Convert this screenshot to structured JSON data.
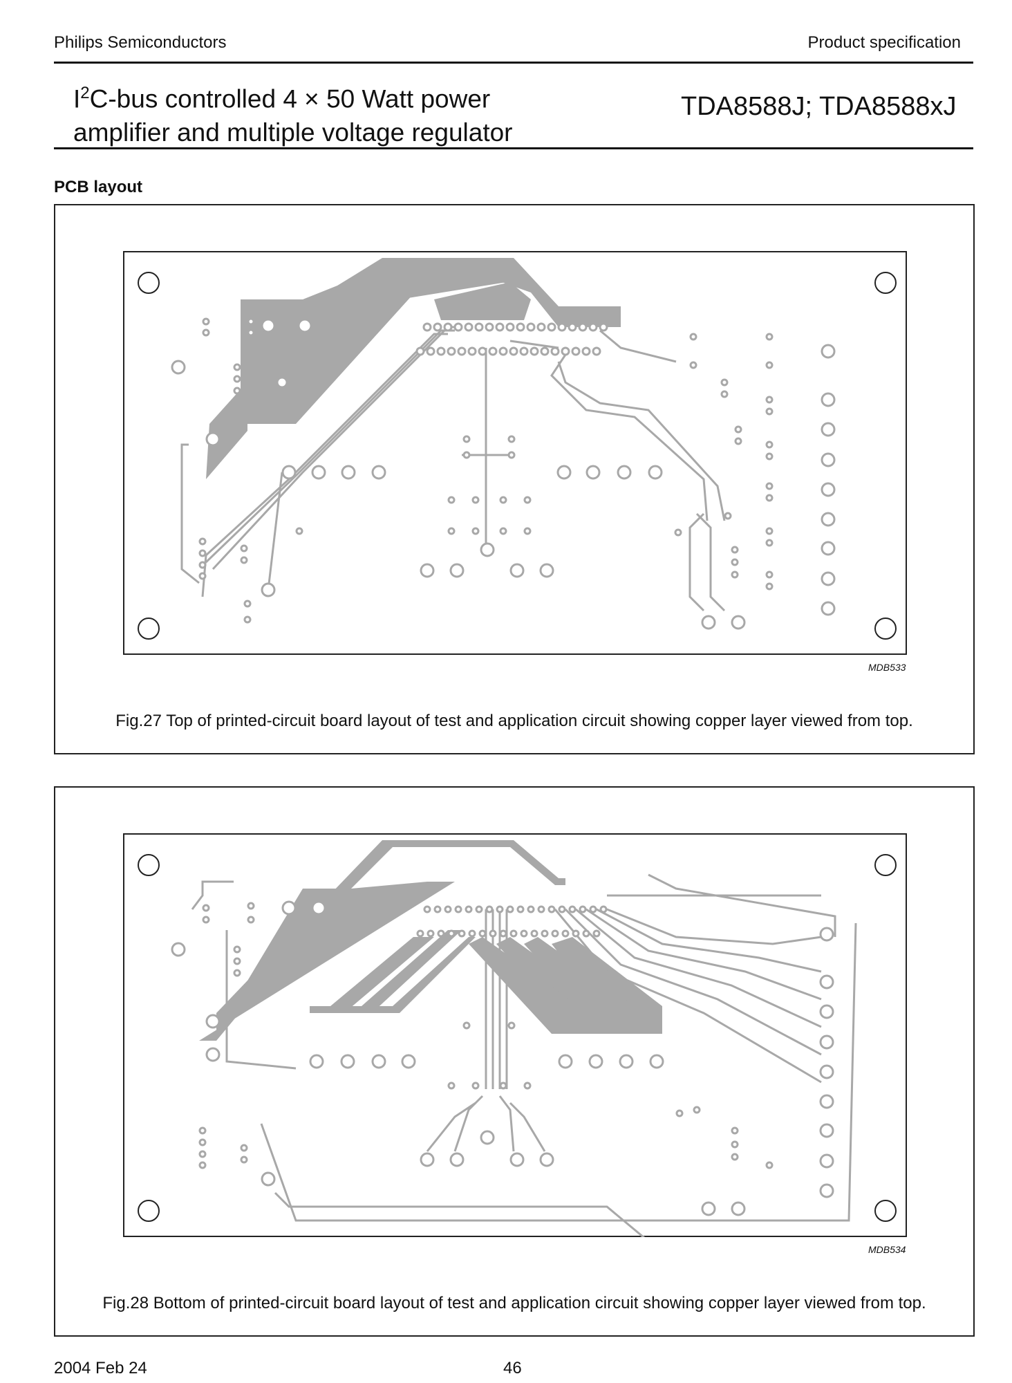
{
  "header": {
    "company": "Philips Semiconductors",
    "doc_type": "Product specification",
    "title_prefix": "I",
    "title_sup": "2",
    "title_line1_rest": "C-bus controlled 4 × 50 Watt power",
    "title_line2": "amplifier and multiple voltage regulator",
    "part_number": "TDA8588J; TDA8588xJ"
  },
  "section": {
    "heading": "PCB layout"
  },
  "figures": [
    {
      "code": "MDB533",
      "caption": "Fig.27  Top of printed-circuit board layout of test and application circuit showing copper layer viewed from top."
    },
    {
      "code": "MDB534",
      "caption": "Fig.28  Bottom of printed-circuit board layout of test and application circuit showing copper layer viewed from top."
    }
  ],
  "footer": {
    "date": "2004 Feb 24",
    "page": "46"
  },
  "colors": {
    "copper": "#a8a8a8",
    "outline": "#222222"
  }
}
